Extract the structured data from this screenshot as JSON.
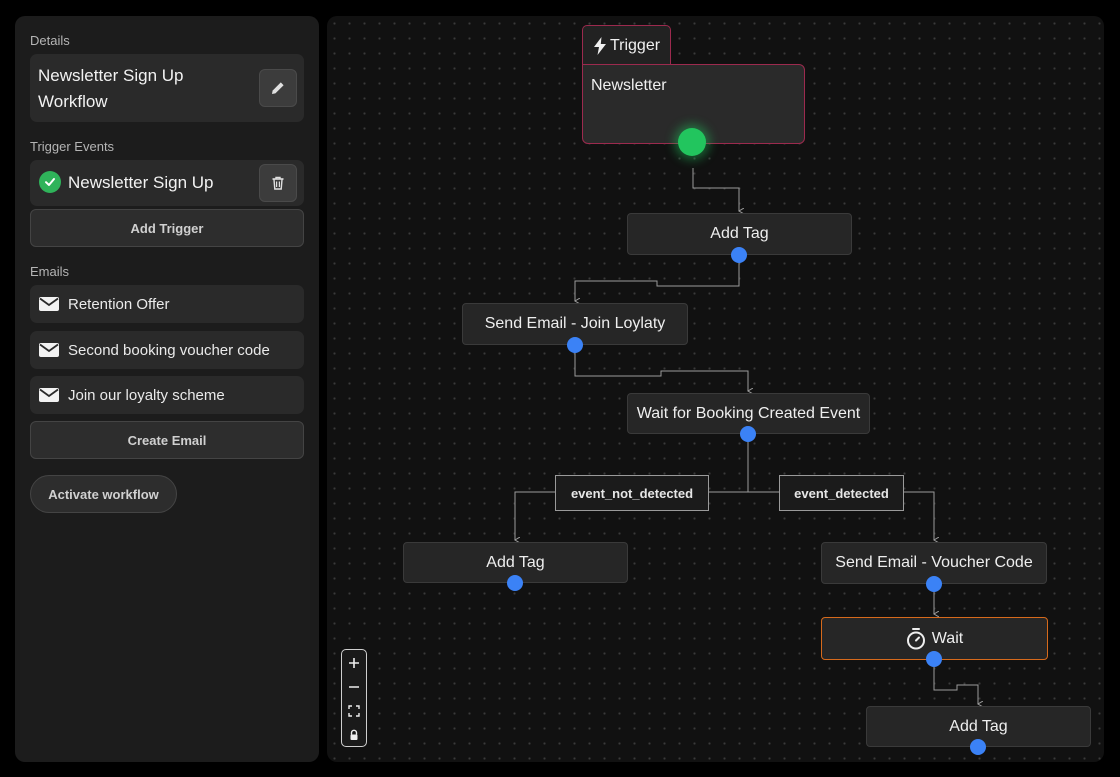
{
  "sidebar": {
    "details_label": "Details",
    "workflow_name": "Newsletter Sign Up Workflow",
    "trigger_events_label": "Trigger Events",
    "trigger_event": "Newsletter Sign Up",
    "add_trigger_label": "Add Trigger",
    "emails_label": "Emails",
    "emails": [
      {
        "label": "Retention Offer"
      },
      {
        "label": "Second booking voucher code"
      },
      {
        "label": "Join our loyalty scheme"
      }
    ],
    "create_email_label": "Create Email",
    "activate_label": "Activate workflow"
  },
  "canvas": {
    "trigger_tab": "Trigger",
    "trigger_node": "Newsletter",
    "nodes": {
      "add_tag_1": "Add Tag",
      "send_email_loyalty": "Send Email - Join Loylaty",
      "wait_booking": "Wait for Booking Created Event",
      "add_tag_2": "Add Tag",
      "send_email_voucher": "Send Email - Voucher Code",
      "wait": "Wait",
      "add_tag_3": "Add Tag"
    },
    "edge_labels": {
      "not_detected": "event_not_detected",
      "detected": "event_detected"
    }
  },
  "icons": {
    "edit": "pencil-icon",
    "delete": "trash-icon",
    "check": "check-circle-icon",
    "email": "envelope-icon",
    "trigger": "lightning-icon",
    "wait": "stopwatch-icon"
  },
  "colors": {
    "trigger_border": "#9c2a4e",
    "handle_blue": "#3b82f6",
    "handle_green": "#22c55e",
    "wait_border": "#d66a1c",
    "check_green": "#2fb35a"
  }
}
